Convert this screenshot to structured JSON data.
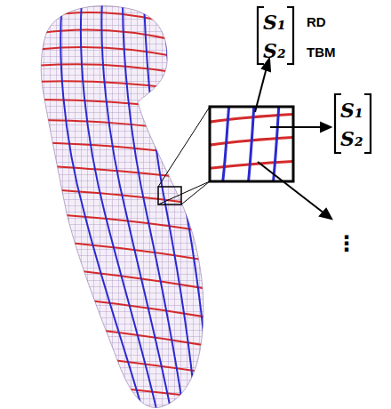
{
  "diagram": {
    "labels": [
      "S₁",
      "S₂",
      "RD",
      "TBM",
      "S₁",
      "S₂",
      "⋮"
    ]
  }
}
